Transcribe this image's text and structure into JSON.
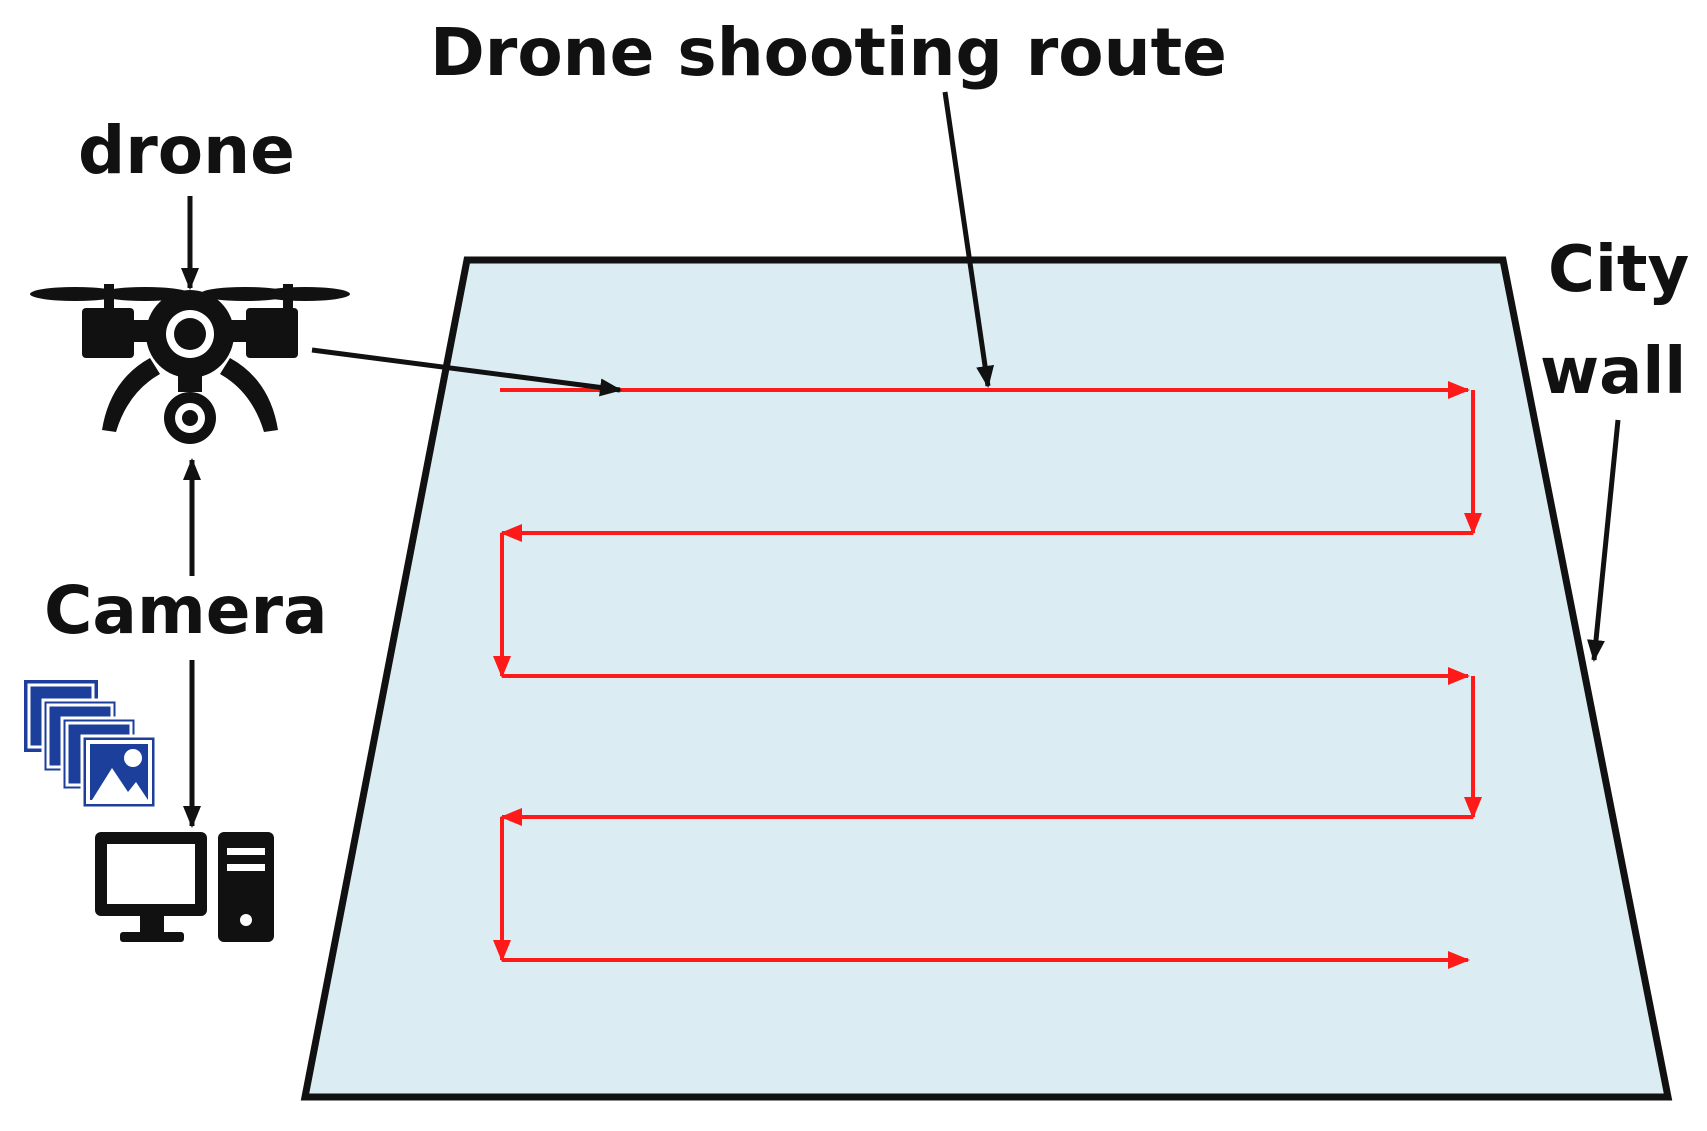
{
  "labels": {
    "title": "Drone shooting route",
    "drone": "drone",
    "camera": "Camera",
    "city": "City",
    "wall": "wall"
  },
  "colors": {
    "route": "#ff1a1a",
    "area_fill": "#dbedf3",
    "outline": "#111111",
    "image_icon": "#1c3f9c"
  },
  "icons": [
    "drone-icon",
    "image-stack-icon",
    "computer-icon"
  ]
}
